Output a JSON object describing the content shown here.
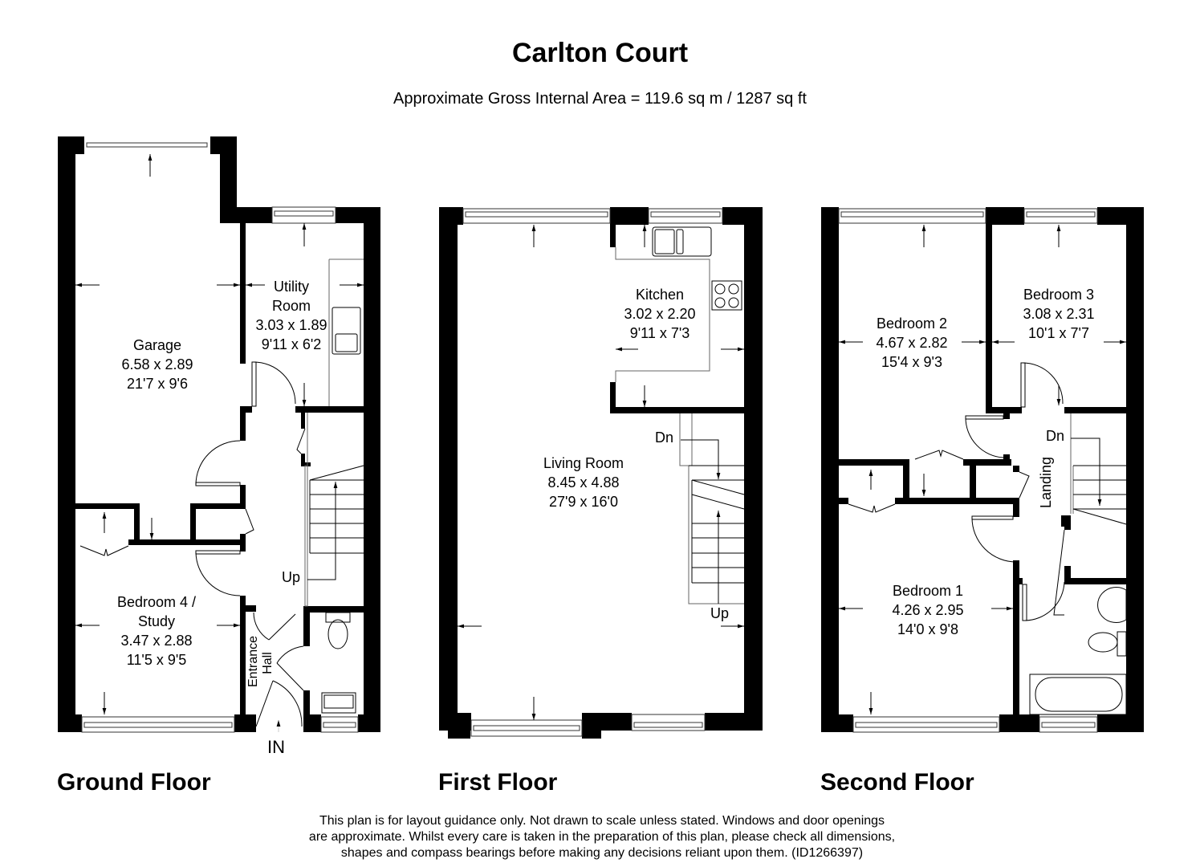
{
  "header": {
    "title": "Carlton Court",
    "subtitle": "Approximate Gross Internal Area = 119.6 sq m / 1287 sq ft"
  },
  "floors": [
    {
      "label": "Ground Floor",
      "rooms": [
        {
          "name": "Garage",
          "metric": "6.58 x 2.89",
          "imperial": "21'7 x 9'6"
        },
        {
          "name": "Utility",
          "name2": "Room",
          "metric": "3.03 x 1.89",
          "imperial": "9'11 x 6'2"
        },
        {
          "name": "Bedroom 4 /",
          "name2": "Study",
          "metric": "3.47 x 2.88",
          "imperial": "11'5 x 9'5"
        },
        {
          "name": "Entrance",
          "name2": "Hall"
        }
      ],
      "annotations": {
        "stairs": "Up",
        "entry": "IN"
      }
    },
    {
      "label": "First Floor",
      "rooms": [
        {
          "name": "Kitchen",
          "metric": "3.02 x 2.20",
          "imperial": "9'11 x 7'3"
        },
        {
          "name": "Living Room",
          "metric": "8.45 x 4.88",
          "imperial": "27'9 x 16'0"
        }
      ],
      "annotations": {
        "stairs_down": "Dn",
        "stairs_up": "Up"
      }
    },
    {
      "label": "Second Floor",
      "rooms": [
        {
          "name": "Bedroom 2",
          "metric": "4.67 x 2.82",
          "imperial": "15'4 x 9'3"
        },
        {
          "name": "Bedroom 3",
          "metric": "3.08 x 2.31",
          "imperial": "10'1 x 7'7"
        },
        {
          "name": "Bedroom 1",
          "metric": "4.26 x 2.95",
          "imperial": "14'0 x 9'8"
        },
        {
          "name": "Landing"
        }
      ],
      "annotations": {
        "stairs_down": "Dn"
      }
    }
  ],
  "footer": {
    "disclaimer_line1": "This plan is for layout guidance only. Not drawn to scale unless stated. Windows and door openings",
    "disclaimer_line2": "are approximate. Whilst every care is taken in the preparation of this plan, please check all dimensions,",
    "disclaimer_line3": "shapes and compass bearings before making any decisions reliant upon them. (ID1266397)"
  },
  "colors": {
    "wall": "#000000",
    "background": "#ffffff",
    "fixture_line": "#333333"
  }
}
